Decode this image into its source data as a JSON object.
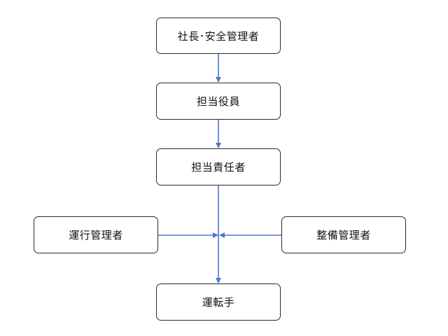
{
  "diagram": {
    "nodes": {
      "president": "社長･安全管理者",
      "officer": "担当役員",
      "manager": "担当責任者",
      "operations_manager": "運行管理者",
      "maintenance_manager": "整備管理者",
      "driver": "運転手"
    },
    "edges": [
      {
        "from": "president",
        "to": "officer"
      },
      {
        "from": "officer",
        "to": "manager"
      },
      {
        "from": "manager",
        "to": "driver"
      },
      {
        "from": "operations_manager",
        "to": "driver"
      },
      {
        "from": "maintenance_manager",
        "to": "driver"
      }
    ],
    "colors": {
      "connector": "#4a78c8",
      "box_border": "#2b2b2b",
      "text": "#111111"
    }
  }
}
